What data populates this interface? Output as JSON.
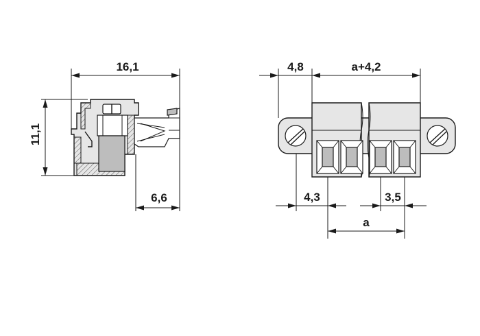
{
  "side_view": {
    "dimensions": {
      "overall_length": "16,1",
      "height": "11,1",
      "tail_length": "6,6"
    }
  },
  "front_view": {
    "dimensions": {
      "flange_offset": "4,8",
      "body_width": "a+4,2",
      "first_pin_offset": "4,3",
      "pitch": "3,5",
      "pin_span": "a"
    }
  }
}
